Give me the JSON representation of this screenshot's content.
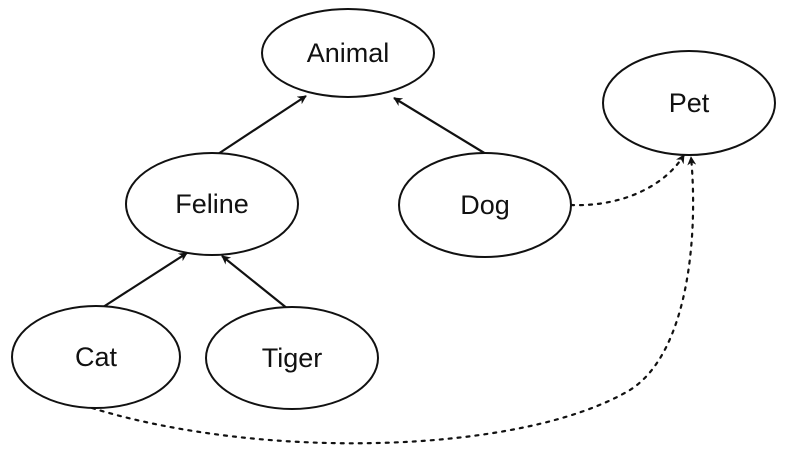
{
  "diagram": {
    "nodes": {
      "animal": "Animal",
      "pet": "Pet",
      "feline": "Feline",
      "dog": "Dog",
      "cat": "Cat",
      "tiger": "Tiger"
    },
    "edges": [
      {
        "from": "Feline",
        "to": "Animal",
        "style": "solid"
      },
      {
        "from": "Dog",
        "to": "Animal",
        "style": "solid"
      },
      {
        "from": "Cat",
        "to": "Feline",
        "style": "solid"
      },
      {
        "from": "Tiger",
        "to": "Feline",
        "style": "solid"
      },
      {
        "from": "Dog",
        "to": "Pet",
        "style": "dotted"
      },
      {
        "from": "Cat",
        "to": "Pet",
        "style": "dotted"
      }
    ],
    "colors": {
      "stroke": "#111111",
      "background": "#ffffff"
    }
  }
}
